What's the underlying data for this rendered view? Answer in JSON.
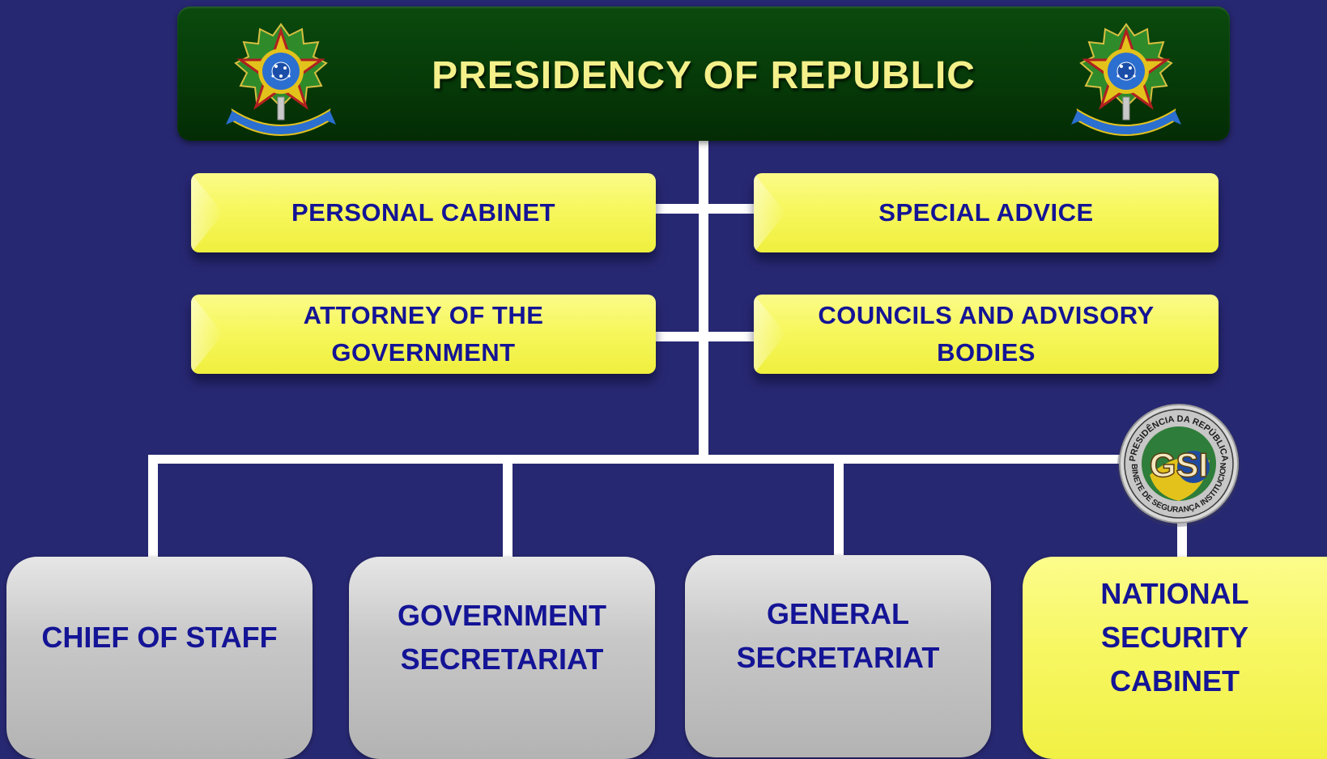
{
  "header": {
    "title": "PRESIDENCY OF REPUBLIC",
    "emblem_icon": "brazil-coat-of-arms-icon",
    "background_color": "#063a08",
    "title_color": "#f4f08a"
  },
  "advisory_boxes": [
    {
      "label": "PERSONAL CABINET"
    },
    {
      "label": "SPECIAL ADVICE"
    },
    {
      "label": "ATTORNEY OF THE GOVERNMENT"
    },
    {
      "label": "COUNCILS AND ADVISORY BODIES"
    }
  ],
  "departments": [
    {
      "label": "CHIEF OF STAFF",
      "color": "gray"
    },
    {
      "label": "GOVERNMENT SECRETARIAT",
      "color": "gray"
    },
    {
      "label": "GENERAL SECRETARIAT",
      "color": "gray"
    },
    {
      "label": "NATIONAL SECURITY CABINET",
      "color": "yellow"
    }
  ],
  "seal": {
    "icon": "gsi-seal-icon",
    "top_text": "PRESIDÊNCIA DA REPÚBLICA",
    "center_text": "GSI",
    "bottom_text": "GABINETE DE SEGURANÇA INSTITUCIONAL"
  },
  "colors": {
    "background": "#272872",
    "label_text": "#141496",
    "advisory_fill": "#f7f75e",
    "department_gray": "#c8c8c8",
    "department_yellow": "#f7f763",
    "connector": "#ffffff"
  }
}
